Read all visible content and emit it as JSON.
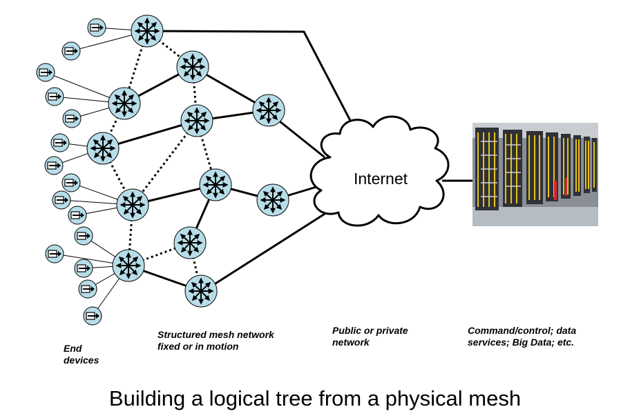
{
  "title": "Building a logical tree from a physical mesh",
  "cloud_label": "Internet",
  "captions": {
    "end_devices": "End\ndevices",
    "mesh": "Structured mesh network  fixed or in motion",
    "public": "Public or private network",
    "command": "Command/control;  data services; Big Data; etc."
  },
  "colors": {
    "node_fill": "#b7dde8",
    "stroke": "#000000",
    "device_fill": "#b7dde8"
  },
  "icons": {
    "router": "router-icon",
    "end_device": "end-device-icon",
    "cloud": "cloud-icon",
    "datacenter": "server-rack-photo"
  }
}
